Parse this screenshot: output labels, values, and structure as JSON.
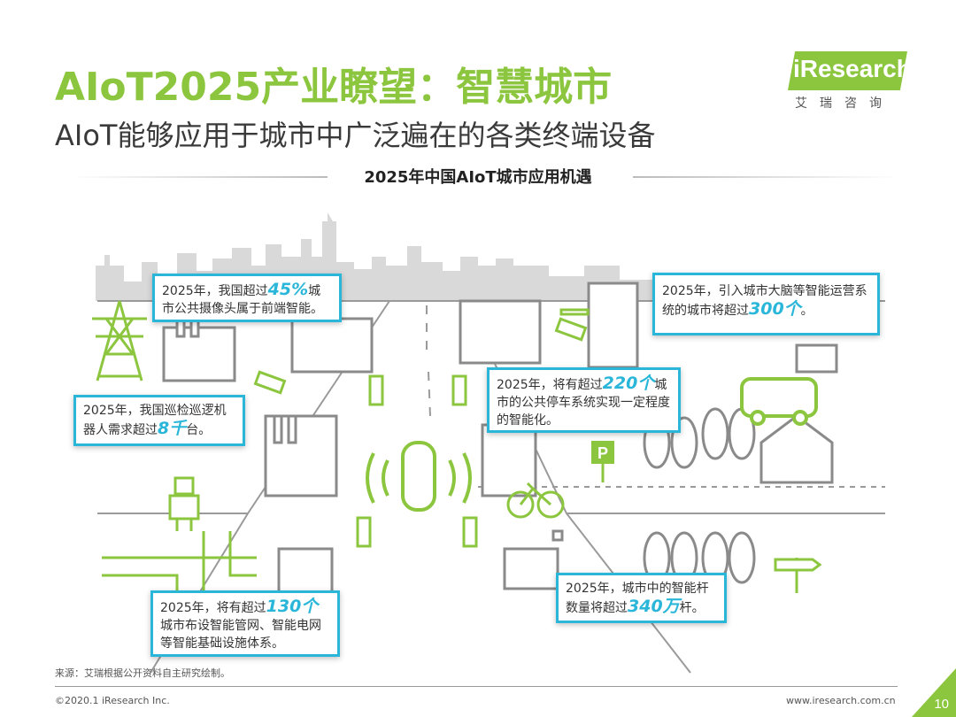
{
  "header": {
    "title": "AIoT2025产业瞭望：智慧城市",
    "subtitle": "AIoT能够应用于城市中广泛遍在的各类终端设备",
    "logo_text": "iResearch",
    "logo_cn": "艾瑞咨询"
  },
  "section_title": "2025年中国AIoT城市应用机遇",
  "callouts": [
    {
      "pre": "2025年，我国超过",
      "num": "45%",
      "post": "城市公共摄像头属于前端智能。"
    },
    {
      "pre": "2025年，引入城市大脑等智能运营系统的城市将超过",
      "num": "300个",
      "post": "。"
    },
    {
      "pre": "2025年，我国巡检巡逻机器人需求超过",
      "num": "8千",
      "post": "台。"
    },
    {
      "pre": "2025年，将有超过",
      "num": "220个",
      "post": "城市的公共停车系统实现一定程度的智能化。"
    },
    {
      "pre": "2025年，将有超过",
      "num": "130个",
      "post": "城市布设智能管网、智能电网等智能基础设施体系。"
    },
    {
      "pre": "2025年，城市中的智能杆数量将超过",
      "num": "340万",
      "post": "杆。"
    }
  ],
  "footer": {
    "source": "来源：艾瑞根据公开资料自主研究绘制。",
    "copyright": "©2020.1 iResearch Inc.",
    "site": "www.iresearch.com.cn",
    "page": "10"
  },
  "colors": {
    "accent": "#8cc63f",
    "callout_border": "#29b6d9",
    "line_art": "#9a9a9a"
  }
}
